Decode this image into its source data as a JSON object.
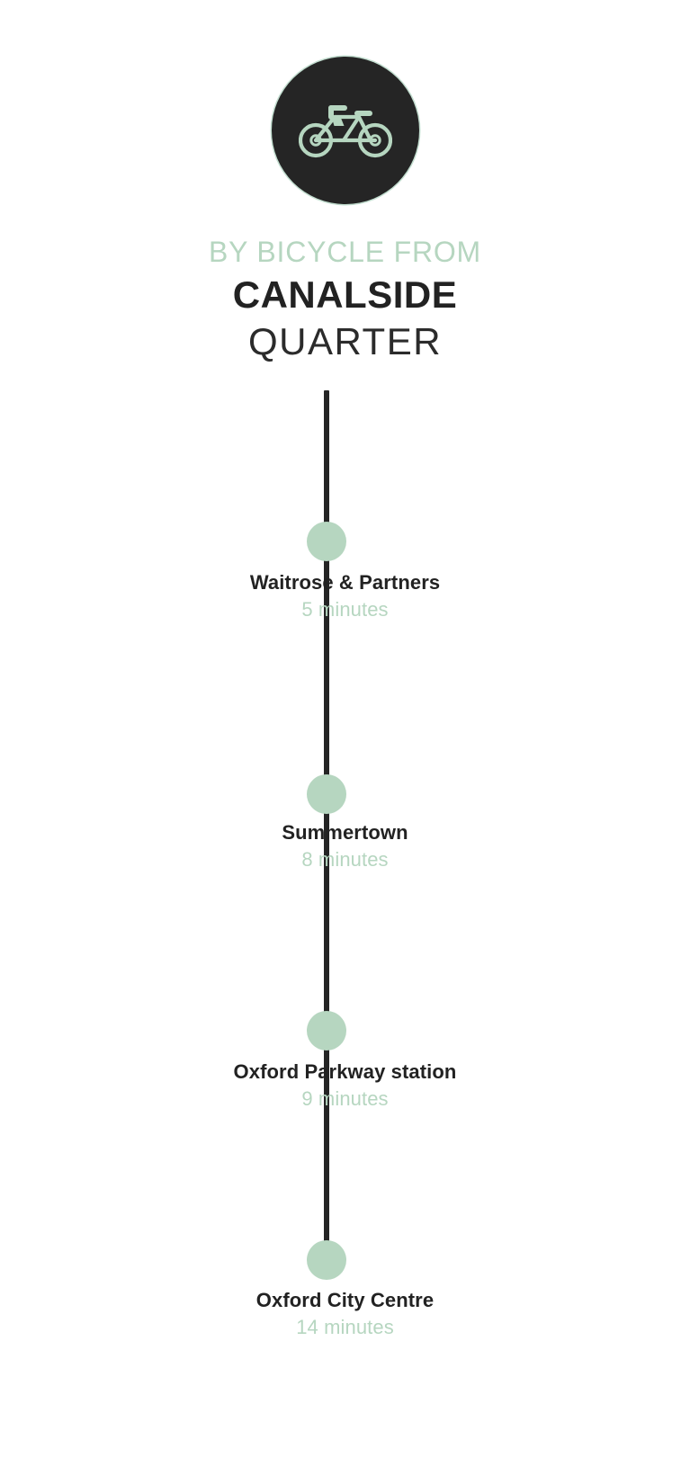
{
  "badge": {
    "icon": "bicycle-icon",
    "background_color": "#252525",
    "icon_color": "#b6d6c0"
  },
  "heading": {
    "kicker": "BY BICYCLE FROM",
    "title_main": "CANALSIDE",
    "title_sub": "QUARTER"
  },
  "colors": {
    "accent_green": "#b6d6c0",
    "dark": "#252525",
    "text_dark": "#222222",
    "background": "#ffffff"
  },
  "route": {
    "line_color": "#252525",
    "dot_color": "#b6d6c0",
    "stops": [
      {
        "name": "Waitrose & Partners",
        "time": "5 minutes",
        "minutes": 5
      },
      {
        "name": "Summertown",
        "time": "8 minutes",
        "minutes": 8
      },
      {
        "name": "Oxford Parkway station",
        "time": "9 minutes",
        "minutes": 9
      },
      {
        "name": "Oxford City Centre",
        "time": "14 minutes",
        "minutes": 14
      }
    ]
  }
}
